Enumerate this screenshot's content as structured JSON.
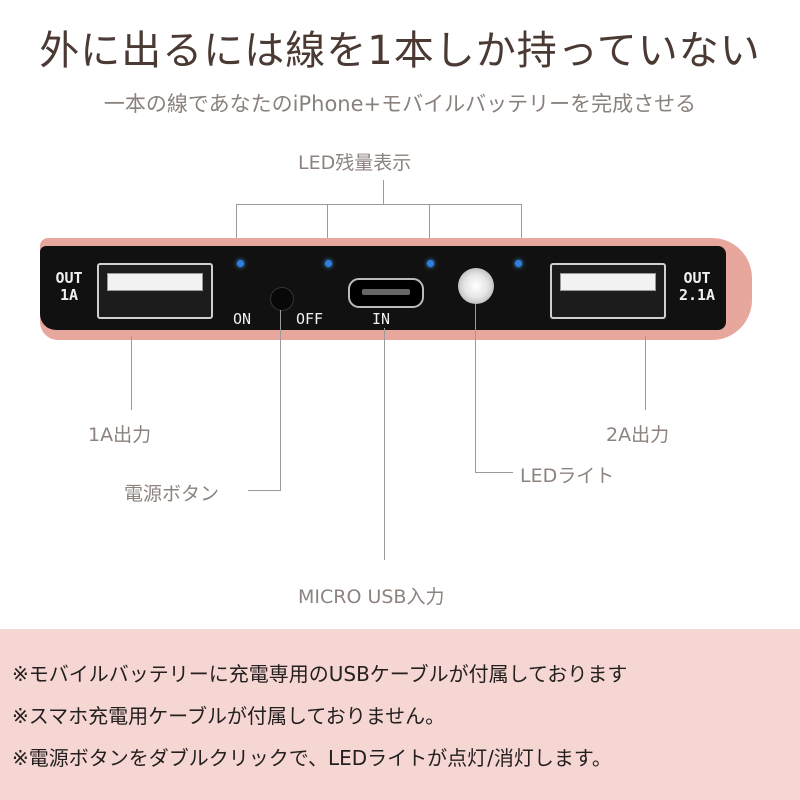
{
  "header": {
    "title": "外に出るには線を1本しか持っていない",
    "subtitle": "一本の線であなたのiPhone+モバイルバッテリーを完成させる"
  },
  "callouts": {
    "led_indicator": "LED残量表示",
    "out_1a": "1A出力",
    "out_2a": "2A出力",
    "power_button": "電源ボタン",
    "led_light": "LEDライト",
    "micro_usb": "MICRO USB入力"
  },
  "device": {
    "port_left_line1": "OUT",
    "port_left_line2": "1A",
    "port_right_line1": "OUT",
    "port_right_line2": "2.1A",
    "on_label": "ON",
    "off_label": "OFF",
    "in_label": "IN",
    "shell_color": "#e8a79d",
    "led_color": "#2e7fe0"
  },
  "notes": [
    "※モバイルバッテリーに充電専用のUSBケーブルが付属しております",
    "※スマホ充電用ケーブルが付属しておりません。",
    "※電源ボタンをダブルクリックで、LEDライトが点灯/消灯します。"
  ]
}
